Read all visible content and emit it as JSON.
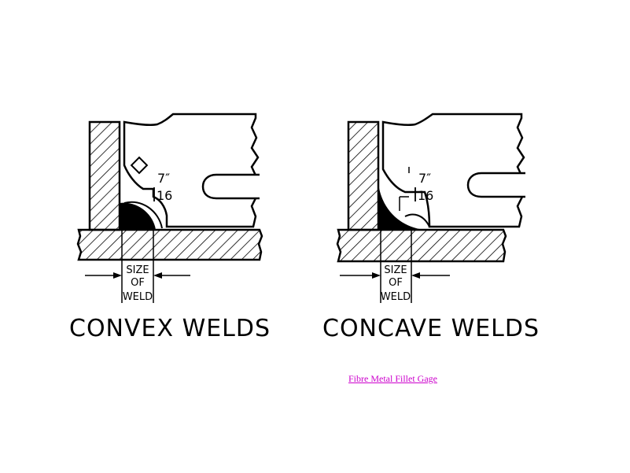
{
  "convex": {
    "title": "CONVEX WELDS",
    "gage_size_numerator": "7″",
    "gage_size_denominator": "16",
    "size_label_line1": "SIZE",
    "size_label_line2": "OF",
    "size_label_line3": "WELD"
  },
  "concave": {
    "title": "CONCAVE WELDS",
    "gage_size_numerator": "7″",
    "gage_size_denominator": "16",
    "size_label_line1": "SIZE",
    "size_label_line2": "OF",
    "size_label_line3": "WELD"
  },
  "link": {
    "text": "Fibre Metal Fillet Gage"
  },
  "colors": {
    "ink": "#000000",
    "link": "#cc00cc",
    "background": "#ffffff"
  }
}
